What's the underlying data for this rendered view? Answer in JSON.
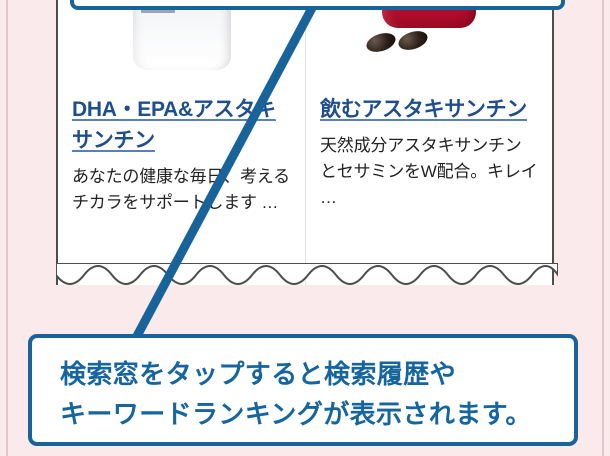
{
  "colors": {
    "background_pink": "#fbeaec",
    "callout_blue": "#19639b",
    "link_blue": "#1f4e8c",
    "body_text": "#222222",
    "card_border": "#4d4d4d"
  },
  "search_results": {
    "products": [
      {
        "title": "DHA・EPA&アスタキサンチン",
        "description": "あなたの健康な毎日、考えるチカラをサポートします …",
        "image_alt": "blue-fish-oil-bottle"
      },
      {
        "title": "飲むアスタキサンチン",
        "description": "天然成分アスタキサンチンとセサミンをW配合。キレイ …",
        "image_alt": "red-bottle-with-softgel-capsules"
      }
    ]
  },
  "callout": {
    "lines": [
      "検索窓をタップすると検索履歴や",
      "キーワードランキングが表示されます。"
    ]
  }
}
